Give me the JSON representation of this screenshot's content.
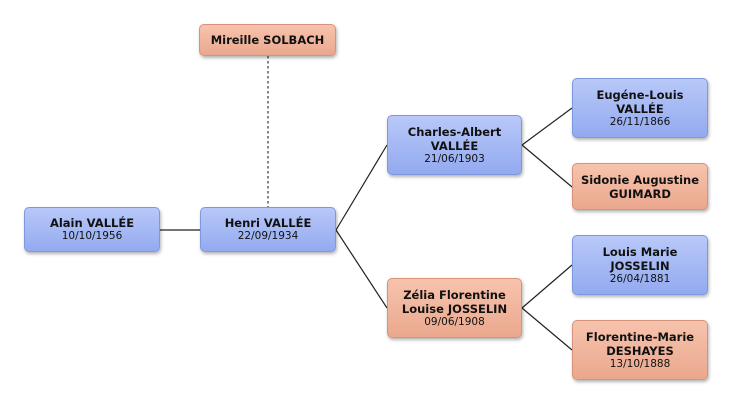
{
  "people": {
    "mireille": {
      "name": "Mireille SOLBACH",
      "date": "",
      "gender": "female"
    },
    "alain": {
      "name": "Alain VALLÉE",
      "date": "10/10/1956",
      "gender": "male"
    },
    "henri": {
      "name": "Henri VALLÉE",
      "date": "22/09/1934",
      "gender": "male"
    },
    "charles": {
      "name": "Charles-Albert VALLÉE",
      "date": "21/06/1903",
      "gender": "male"
    },
    "zelia": {
      "name": "Zélia Florentine Louise JOSSELIN",
      "date": "09/06/1908",
      "gender": "female"
    },
    "eugene": {
      "name": "Eugéne-Louis VALLÉE",
      "date": "26/11/1866",
      "gender": "male"
    },
    "sidonie": {
      "name": "Sidonie Augustine GUIMARD",
      "date": "",
      "gender": "female"
    },
    "louis": {
      "name": "Louis Marie JOSSELIN",
      "date": "26/04/1881",
      "gender": "male"
    },
    "florentine": {
      "name": "Florentine-Marie DESHAYES",
      "date": "13/10/1888",
      "gender": "female"
    }
  },
  "colors": {
    "male": "#9db2f2",
    "female": "#f0b39b",
    "line": "#222222"
  }
}
